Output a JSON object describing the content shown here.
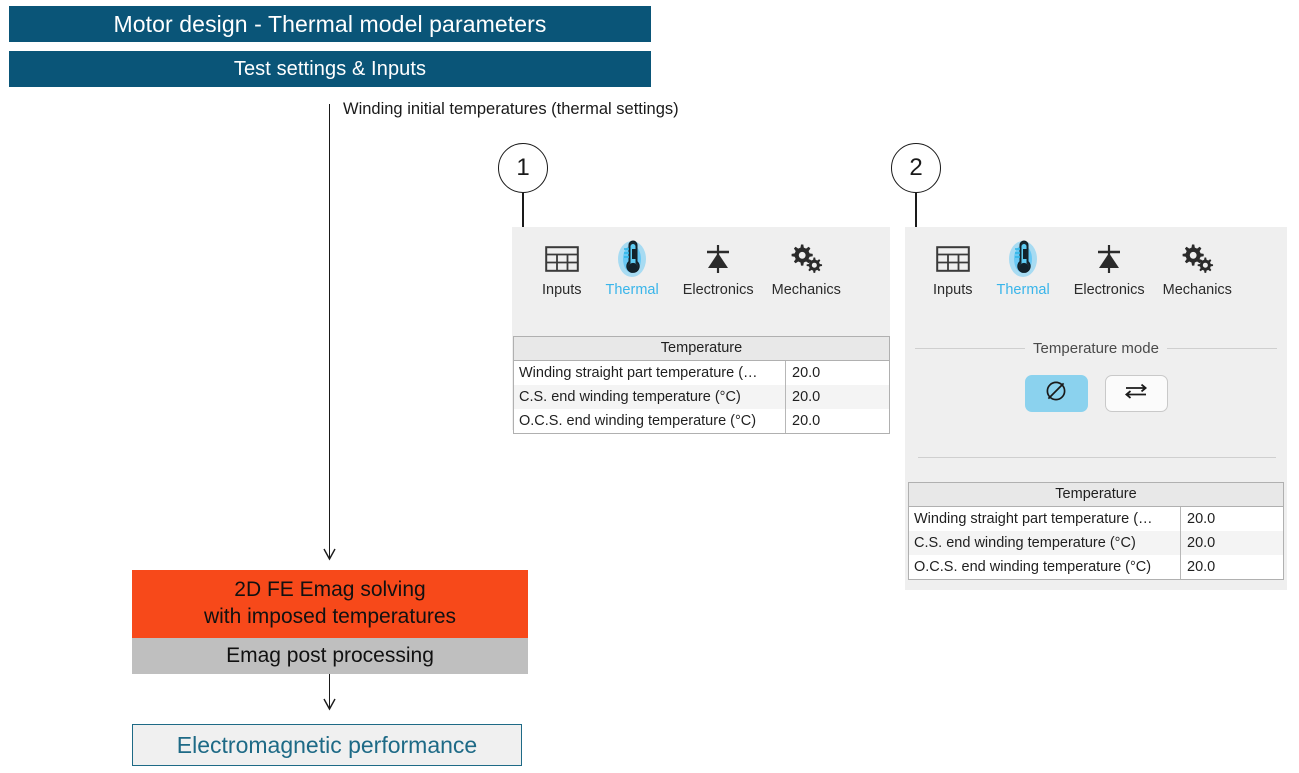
{
  "header": {
    "title": "Motor design - Thermal model parameters",
    "subtitle": "Test settings & Inputs",
    "bar_color": "#0a5578"
  },
  "annotation": {
    "label": "Winding initial temperatures (thermal settings)",
    "callouts": [
      {
        "number": "1"
      },
      {
        "number": "2"
      }
    ]
  },
  "panel_1": {
    "tabs": [
      {
        "label": "Inputs",
        "icon": "table-icon",
        "active": false
      },
      {
        "label": "Thermal",
        "icon": "thermometer-icon",
        "active": true
      },
      {
        "label": "Electronics",
        "icon": "diode-icon",
        "active": false
      },
      {
        "label": "Mechanics",
        "icon": "gears-icon",
        "active": false
      }
    ],
    "table": {
      "header": "Temperature",
      "rows": [
        {
          "label": "Winding straight part temperature (…",
          "value": "20.0"
        },
        {
          "label": "C.S. end winding temperature (°C)",
          "value": "20.0"
        },
        {
          "label": "O.C.S. end winding temperature (°C)",
          "value": "20.0"
        }
      ]
    }
  },
  "panel_2": {
    "tabs": [
      {
        "label": "Inputs",
        "icon": "table-icon",
        "active": false
      },
      {
        "label": "Thermal",
        "icon": "thermometer-icon",
        "active": true
      },
      {
        "label": "Electronics",
        "icon": "diode-icon",
        "active": false
      },
      {
        "label": "Mechanics",
        "icon": "gears-icon",
        "active": false
      }
    ],
    "temperature_mode": {
      "group_title": "Temperature mode",
      "options": [
        {
          "icon": "average-diameter-icon",
          "selected": true
        },
        {
          "icon": "bidirectional-arrows-icon",
          "selected": false
        }
      ],
      "selected_color": "#8bd2ee"
    },
    "table": {
      "header": "Temperature",
      "rows": [
        {
          "label": "Winding straight part temperature (…",
          "value": "20.0"
        },
        {
          "label": "C.S. end winding temperature (°C)",
          "value": "20.0"
        },
        {
          "label": "O.C.S. end winding temperature (°C)",
          "value": "20.0"
        }
      ]
    }
  },
  "flow": {
    "solving_line1": "2D FE Emag solving",
    "solving_line2": "with imposed temperatures",
    "solving_color": "#f7491a",
    "post_processing": "Emag post processing",
    "post_color": "#bfbfbf",
    "performance": "Electromagnetic performance",
    "performance_color": "#1e6a86"
  }
}
